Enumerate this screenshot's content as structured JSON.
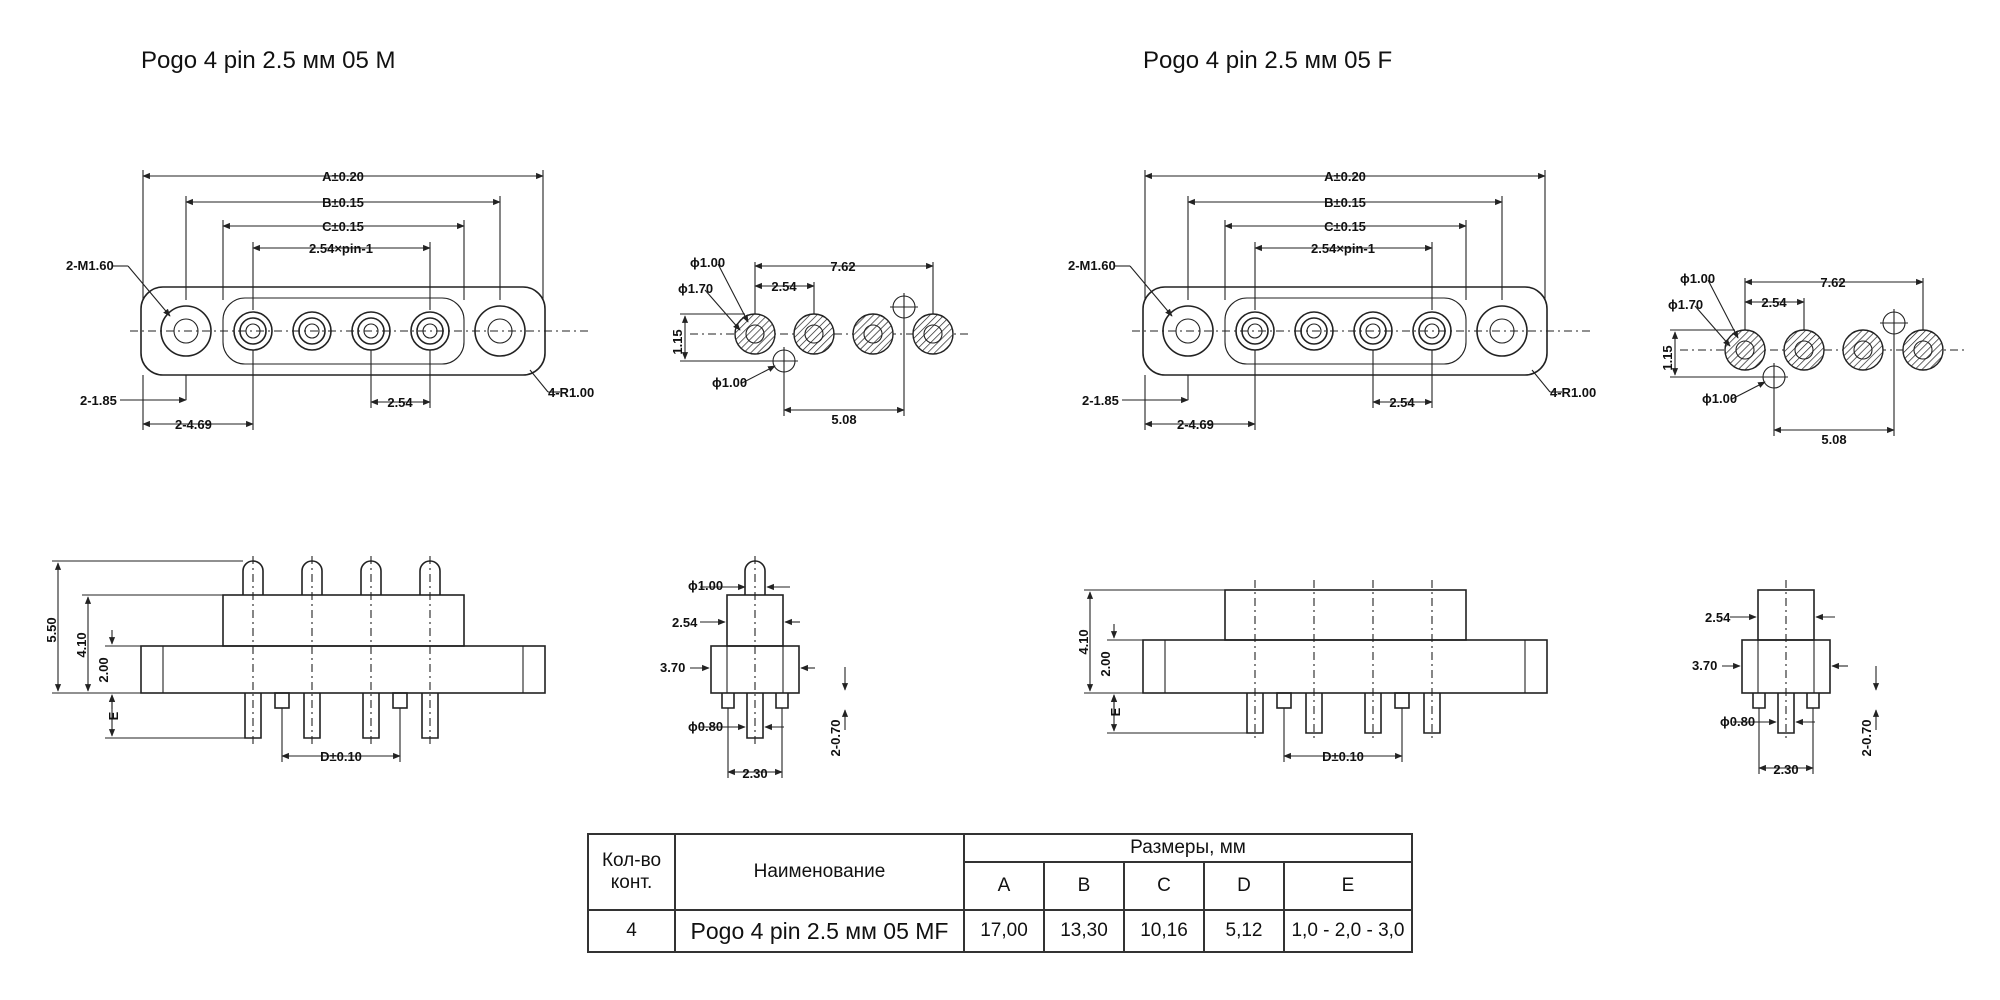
{
  "titles": {
    "male": "Pogo 4 pin 2.5 мм 05 M",
    "female": "Pogo 4 pin 2.5 мм 05 F"
  },
  "dims_top": {
    "a": "A±0.20",
    "b": "B±0.15",
    "c": "C±0.15",
    "pitch": "2.54×pin-1",
    "mount": "2-M1.60",
    "edge": "2-1.85",
    "offset": "2-4.69",
    "spacing": "2.54",
    "radius": "4-R1.00"
  },
  "dims_holes": {
    "d1": "ϕ1.00",
    "d17": "ϕ1.70",
    "p254": "2.54",
    "p762": "7.62",
    "h115": "1.15",
    "d1b": "ϕ1.00",
    "p508": "5.08"
  },
  "dims_side": {
    "h55": "5.50",
    "h41": "4.10",
    "h20": "2.00",
    "e": "E",
    "d": "D±0.10"
  },
  "dims_end": {
    "d1": "ϕ1.00",
    "w254": "2.54",
    "w37": "3.70",
    "d08": "ϕ0.80",
    "w23": "2.30",
    "h07": "2-0.70"
  },
  "table": {
    "h_qty": "Кол-во конт.",
    "h_name": "Наименование",
    "h_dims": "Размеры, мм",
    "cols": [
      "A",
      "B",
      "C",
      "D",
      "E"
    ],
    "row": {
      "qty": "4",
      "name": "Pogo 4 pin 2.5 мм 05 MF",
      "a": "17,00",
      "b": "13,30",
      "c": "10,16",
      "d": "5,12",
      "e": "1,0 - 2,0 - 3,0"
    }
  }
}
